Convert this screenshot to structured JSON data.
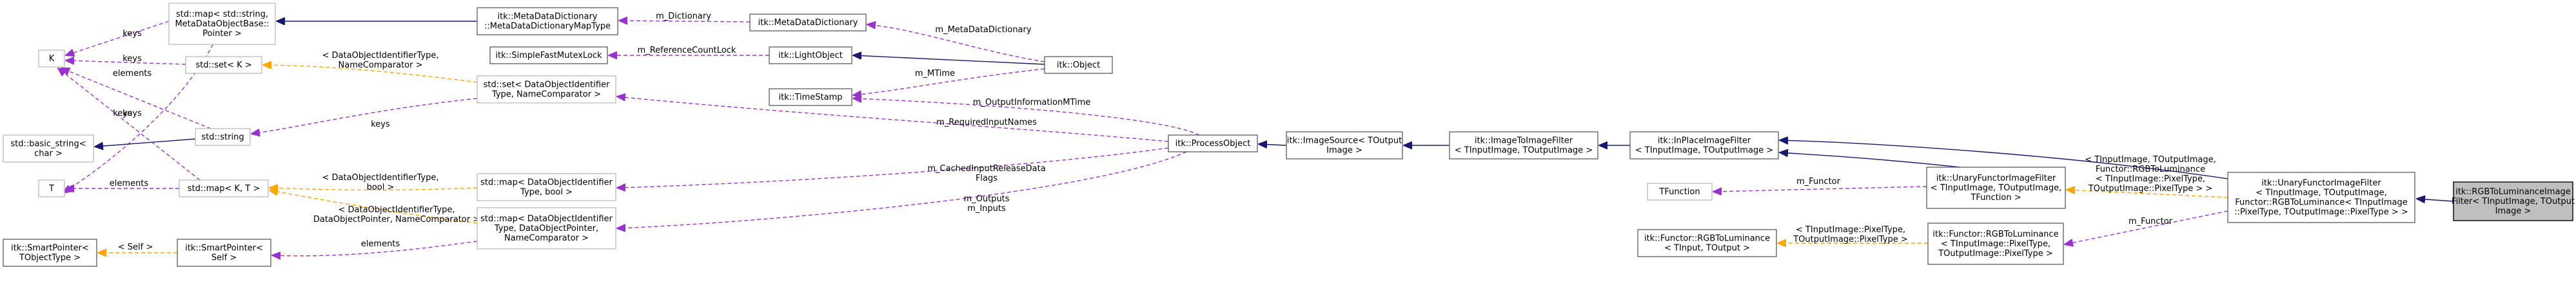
{
  "colors": {
    "inheritance": "#191970",
    "usage": "#9a32cd",
    "template": "#ffa500",
    "node_border": "#666666",
    "node_border_dim": "#bfbfbf",
    "node_fill": "#ffffff",
    "highlight_fill": "#bfbfbf",
    "highlight_border": "#000000",
    "dim_text": "#555555"
  },
  "nodes": [
    {
      "id": "K",
      "lines": [
        "K"
      ],
      "style": "dim"
    },
    {
      "id": "map_string",
      "lines": [
        "std::map< std::string,",
        "MetaDataObjectBase::",
        "Pointer >"
      ],
      "style": "dim"
    },
    {
      "id": "mddmt",
      "lines": [
        "itk::MetaDataDictionary",
        "::MetaDataDictionaryMapType"
      ],
      "style": "normal"
    },
    {
      "id": "mdd",
      "lines": [
        "itk::MetaDataDictionary"
      ],
      "style": "normal"
    },
    {
      "id": "set_k",
      "lines": [
        "std::set< K >"
      ],
      "style": "dim"
    },
    {
      "id": "sfml",
      "lines": [
        "itk::SimpleFastMutexLock"
      ],
      "style": "normal"
    },
    {
      "id": "lightobj",
      "lines": [
        "itk::LightObject"
      ],
      "style": "normal"
    },
    {
      "id": "object",
      "lines": [
        "itk::Object"
      ],
      "style": "normal"
    },
    {
      "id": "set_doi",
      "lines": [
        "std::set< DataObjectIdentifier",
        "Type, NameComparator >"
      ],
      "style": "dim"
    },
    {
      "id": "timestamp",
      "lines": [
        "itk::TimeStamp"
      ],
      "style": "normal"
    },
    {
      "id": "basic_string",
      "lines": [
        "std::basic_string<",
        "char >"
      ],
      "style": "dim"
    },
    {
      "id": "string",
      "lines": [
        "std::string"
      ],
      "style": "dim"
    },
    {
      "id": "T",
      "lines": [
        "T"
      ],
      "style": "dim"
    },
    {
      "id": "map_kt",
      "lines": [
        "std::map< K, T >"
      ],
      "style": "dim"
    },
    {
      "id": "map_doi_bool",
      "lines": [
        "std::map< DataObjectIdentifier",
        "Type, bool >"
      ],
      "style": "dim"
    },
    {
      "id": "map_doi_ptr",
      "lines": [
        "std::map< DataObjectIdentifier",
        "Type, DataObjectPointer,",
        "NameComparator >"
      ],
      "style": "dim"
    },
    {
      "id": "procobj",
      "lines": [
        "itk::ProcessObject"
      ],
      "style": "normal"
    },
    {
      "id": "imgsrc",
      "lines": [
        "itk::ImageSource< TOutput",
        "Image >"
      ],
      "style": "normal"
    },
    {
      "id": "img2img",
      "lines": [
        "itk::ImageToImageFilter",
        "< TInputImage, TOutputImage >"
      ],
      "style": "normal"
    },
    {
      "id": "inplace",
      "lines": [
        "itk::InPlaceImageFilter",
        "< TInputImage, TOutputImage >"
      ],
      "style": "normal"
    },
    {
      "id": "tfunction",
      "lines": [
        "TFunction"
      ],
      "style": "dim"
    },
    {
      "id": "unary_t",
      "lines": [
        "itk::UnaryFunctorImageFilter",
        "< TInputImage, TOutputImage,",
        "TFunction >"
      ],
      "style": "normal"
    },
    {
      "id": "unary_rgb",
      "lines": [
        "itk::UnaryFunctorImageFilter",
        "< TInputImage, TOutputImage,",
        "Functor::RGBToLuminance< TInputImage",
        "::PixelType, TOutputImage::PixelType > >"
      ],
      "style": "normal"
    },
    {
      "id": "main",
      "lines": [
        "itk::RGBToLuminanceImage",
        "Filter< TInputImage, TOutput",
        "Image >"
      ],
      "style": "highlight"
    },
    {
      "id": "sp_tobj",
      "lines": [
        "itk::SmartPointer<",
        "TObjectType >"
      ],
      "style": "normal"
    },
    {
      "id": "sp_self",
      "lines": [
        "itk::SmartPointer<",
        "Self >"
      ],
      "style": "normal"
    },
    {
      "id": "functor_t",
      "lines": [
        "itk::Functor::RGBToLuminance",
        "< TInput, TOutput >"
      ],
      "style": "normal"
    },
    {
      "id": "functor_p",
      "lines": [
        "itk::Functor::RGBToLuminance",
        "< TInputImage::PixelType,",
        "TOutputImage::PixelType >"
      ],
      "style": "normal"
    }
  ],
  "edges": [
    {
      "id": "e1",
      "kind": "usage",
      "lines": [
        "keys"
      ]
    },
    {
      "id": "e2",
      "kind": "inheritance",
      "lines": []
    },
    {
      "id": "e3",
      "kind": "usage",
      "lines": [
        "m_Dictionary"
      ]
    },
    {
      "id": "e4",
      "kind": "usage",
      "lines": [
        "m_MetaDataDictionary"
      ]
    },
    {
      "id": "e5",
      "kind": "usage",
      "lines": [
        "keys"
      ]
    },
    {
      "id": "e6",
      "kind": "template",
      "lines": [
        "< DataObjectIdentifierType,",
        "NameComparator >"
      ]
    },
    {
      "id": "e7",
      "kind": "usage",
      "lines": [
        "m_ReferenceCountLock"
      ]
    },
    {
      "id": "e8",
      "kind": "inheritance",
      "lines": []
    },
    {
      "id": "e9",
      "kind": "usage",
      "lines": [
        "m_MTime"
      ]
    },
    {
      "id": "e10",
      "kind": "usage",
      "lines": [
        "elements"
      ]
    },
    {
      "id": "e11",
      "kind": "usage",
      "lines": [
        "keys"
      ]
    },
    {
      "id": "e12",
      "kind": "inheritance",
      "lines": []
    },
    {
      "id": "e13",
      "kind": "usage",
      "lines": [
        "keys"
      ]
    },
    {
      "id": "e14",
      "kind": "usage",
      "lines": [
        "m_RequiredInputNames"
      ]
    },
    {
      "id": "e15",
      "kind": "usage",
      "lines": [
        "m_OutputInformationMTime"
      ]
    },
    {
      "id": "e16",
      "kind": "usage",
      "lines": [
        "elements"
      ]
    },
    {
      "id": "e17",
      "kind": "usage",
      "lines": [
        "keys"
      ]
    },
    {
      "id": "e18",
      "kind": "template",
      "lines": [
        "< DataObjectIdentifierType,",
        "bool >"
      ]
    },
    {
      "id": "e19",
      "kind": "template",
      "lines": [
        "< DataObjectIdentifierType,",
        "DataObjectPointer, NameComparator >"
      ]
    },
    {
      "id": "e20",
      "kind": "usage",
      "lines": [
        "m_CachedInputReleaseData",
        "Flags"
      ]
    },
    {
      "id": "e21",
      "kind": "usage",
      "lines": [
        "m_Outputs",
        "m_Inputs"
      ]
    },
    {
      "id": "e22",
      "kind": "template",
      "lines": [
        "< Self >"
      ]
    },
    {
      "id": "e23",
      "kind": "usage",
      "lines": [
        "elements"
      ]
    },
    {
      "id": "e24",
      "kind": "inheritance",
      "lines": []
    },
    {
      "id": "e25",
      "kind": "inheritance",
      "lines": []
    },
    {
      "id": "e26",
      "kind": "inheritance",
      "lines": []
    },
    {
      "id": "e27",
      "kind": "inheritance",
      "lines": []
    },
    {
      "id": "e28",
      "kind": "inheritance",
      "lines": []
    },
    {
      "id": "e29",
      "kind": "usage",
      "lines": [
        "m_Functor"
      ]
    },
    {
      "id": "e30",
      "kind": "template",
      "lines": [
        "< TInputImage, TOutputImage,",
        "Functor::RGBToLuminance",
        "< TInputImage::PixelType,",
        "TOutputImage::PixelType > >"
      ]
    },
    {
      "id": "e31",
      "kind": "template",
      "lines": [
        "< TInputImage::PixelType,",
        "TOutputImage::PixelType >"
      ]
    },
    {
      "id": "e32",
      "kind": "usage",
      "lines": [
        "m_Functor"
      ]
    },
    {
      "id": "e33",
      "kind": "inheritance",
      "lines": []
    }
  ]
}
